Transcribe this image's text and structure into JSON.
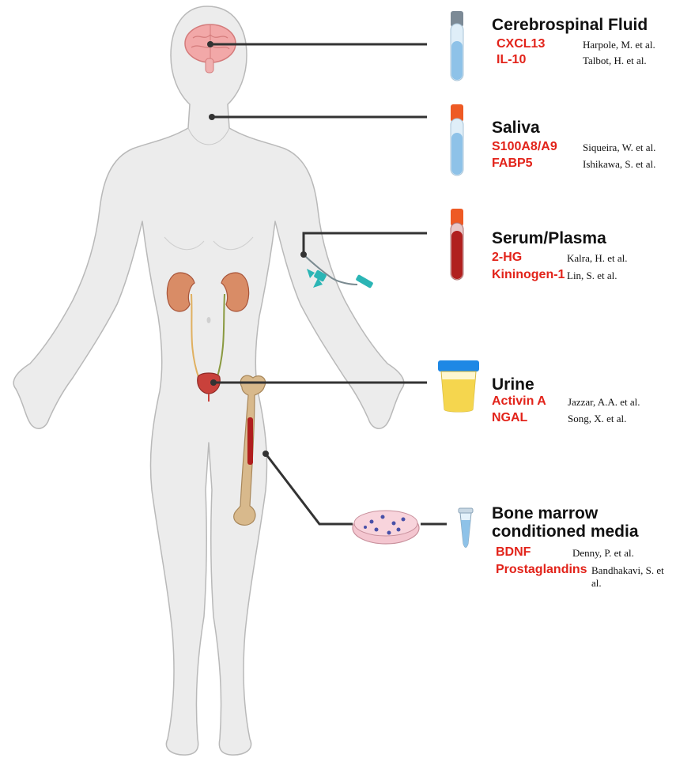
{
  "fluids": [
    {
      "title": "Cerebrospinal Fluid",
      "markers": [
        {
          "name": "CXCL13",
          "ref": "Harpole, M. et al."
        },
        {
          "name": "IL-10",
          "ref": "Talbot, H. et al."
        }
      ]
    },
    {
      "title": "Saliva",
      "markers": [
        {
          "name": "S100A8/A9",
          "ref": "Siqueira, W. et al."
        },
        {
          "name": "FABP5",
          "ref": "Ishikawa, S. et al."
        }
      ]
    },
    {
      "title": "Serum/Plasma",
      "markers": [
        {
          "name": "2-HG",
          "ref": "Kalra, H. et al."
        },
        {
          "name": "Kininogen-1",
          "ref": "Lin, S. et al."
        }
      ]
    },
    {
      "title": "Urine",
      "markers": [
        {
          "name": "Activin A",
          "ref": "Jazzar, A.A. et al."
        },
        {
          "name": "NGAL",
          "ref": "Song, X. et al."
        }
      ]
    },
    {
      "title_line1": "Bone marrow",
      "title_line2": "conditioned media",
      "markers": [
        {
          "name": "BDNF",
          "ref": "Denny, P. et al."
        },
        {
          "name": "Prostaglandins",
          "ref": "Bandhakavi, S. et al."
        }
      ]
    }
  ],
  "colors": {
    "marker": "#e2231a",
    "body": "#ececec",
    "body_outline": "#b9b9b9",
    "connector": "#333333",
    "tube_blue": "#8ec2e8",
    "tube_red": "#b0201f",
    "cap_orange": "#ee5a24",
    "cap_gray": "#7c8a96",
    "urine_cup_cap": "#1e88e5",
    "urine": "#f5d64e",
    "bone": "#d8b98c",
    "kidney": "#d98c66",
    "brain": "#f2a8a8"
  }
}
